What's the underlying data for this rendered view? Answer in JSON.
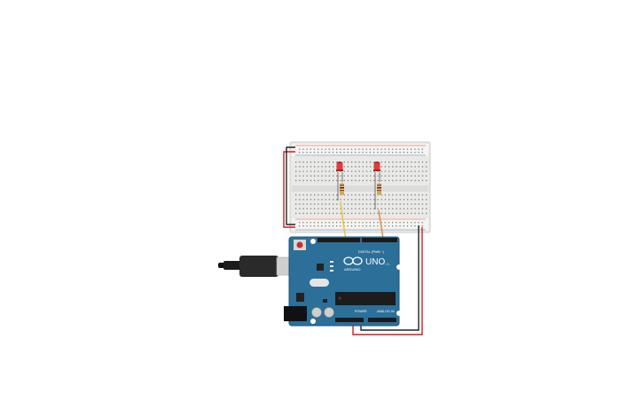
{
  "workspace": {
    "title": ""
  },
  "colors": {
    "breadboard": "#e9e9e7",
    "breadboard_rail": "#f4f4f2",
    "hole": "#7c7c7c",
    "arduino_blue": "#2c6f99",
    "arduino_blue_dark": "#1f567a",
    "wire_red": "#d01c24",
    "wire_black": "#222222",
    "wire_yellow": "#e7c23a",
    "wire_orange": "#e8862a",
    "led_red": "#e23b3b",
    "usb_gray": "#cfcfcf"
  },
  "components": {
    "breadboard": "breadboard",
    "arduino": "arduino-uno",
    "leds": [
      "led-1",
      "led-2"
    ],
    "resistors": [
      "resistor-1",
      "resistor-2"
    ],
    "usb_cable": "usb-cable"
  },
  "arduino_labels": {
    "brand": "ARDUINO",
    "model": "UNO",
    "digital": "DIGITAL (PWM ~)",
    "power": "POWER",
    "analog": "ANALOG IN",
    "on": "ON"
  }
}
